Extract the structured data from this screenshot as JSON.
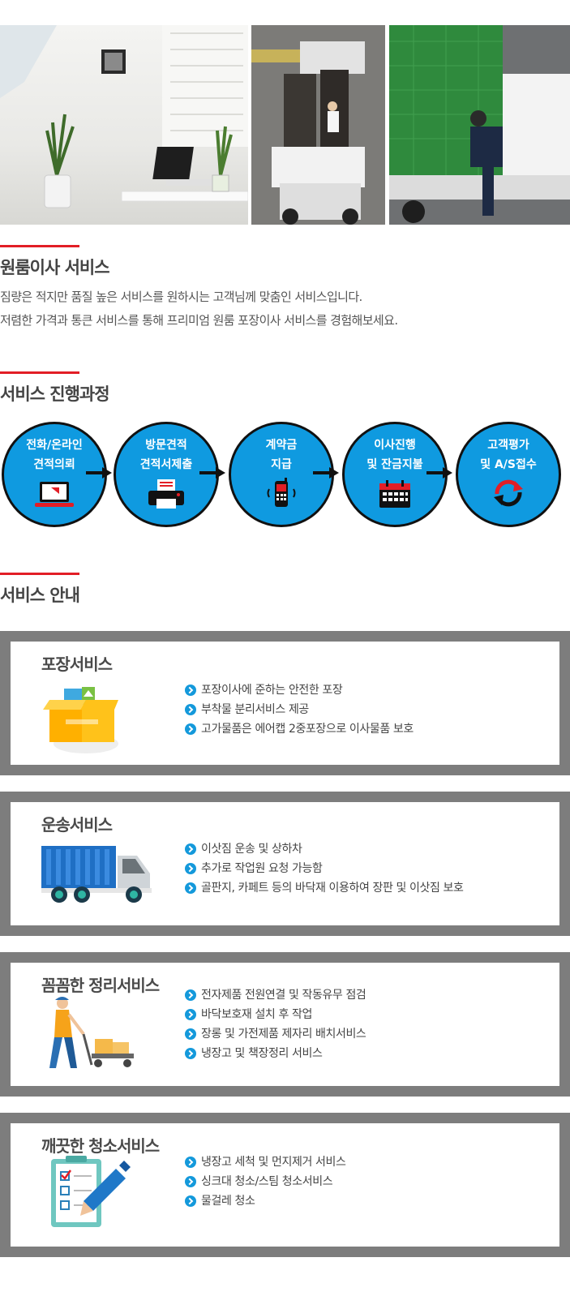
{
  "intro_section": {
    "title": "원룸이사 서비스",
    "lines": [
      "짐량은 적지만 품질 높은 서비스를 원하시는 고객님께 맞춤인 서비스입니다.",
      "저렴한 가격과 통큰 서비스를 통해 프리미엄 원룸 포장이사 서비스를 경험해보세요."
    ]
  },
  "process_section": {
    "title": "서비스 진행과정",
    "steps": [
      {
        "line1": "전화/온라인",
        "line2": "견적의뢰",
        "icon": "laptop-icon"
      },
      {
        "line1": "방문견적",
        "line2": "견적서제출",
        "icon": "printer-icon"
      },
      {
        "line1": "계약금",
        "line2": "지급",
        "icon": "mobile-phone-icon"
      },
      {
        "line1": "이사진행",
        "line2": "및 잔금지불",
        "icon": "calendar-icon"
      },
      {
        "line1": "고객평가",
        "line2": "및 A/S접수",
        "icon": "refresh-icon"
      }
    ]
  },
  "guide_section": {
    "title": "서비스 안내",
    "cards": [
      {
        "title": "포장서비스",
        "icon": "box-icon",
        "items": [
          "포장이사에 준하는 안전한 포장",
          "부착물 분리서비스 제공",
          "고가물품은 에어캡 2중포장으로 이사물품 보호"
        ]
      },
      {
        "title": "운송서비스",
        "icon": "truck-icon",
        "items": [
          "이삿짐 운송 및 상하차",
          "추가로 작업원 요청 가능함",
          "골판지, 카페트 등의 바닥재 이용하여 장판 및 이삿짐 보호"
        ]
      },
      {
        "title": "꼼꼼한 정리서비스",
        "icon": "worker-cart-icon",
        "items": [
          " 전자제품 전원연결 및 작동유무 점검",
          "바닥보호재 설치 후 작업",
          "장롱 및 가전제품 제자리 배치서비스",
          "냉장고 및 책장정리 서비스"
        ]
      },
      {
        "title": "깨끗한 청소서비스",
        "icon": "checklist-icon",
        "items": [
          "냉장고 세척 및 먼지제거 서비스",
          "싱크대 청소/스팀 청소서비스",
          "물걸레 청소"
        ]
      }
    ]
  },
  "colors": {
    "accent_red": "#e21e26",
    "step_blue": "#0f9ae0",
    "bullet_blue": "#1499db",
    "card_frame": "#7d7d7d"
  }
}
